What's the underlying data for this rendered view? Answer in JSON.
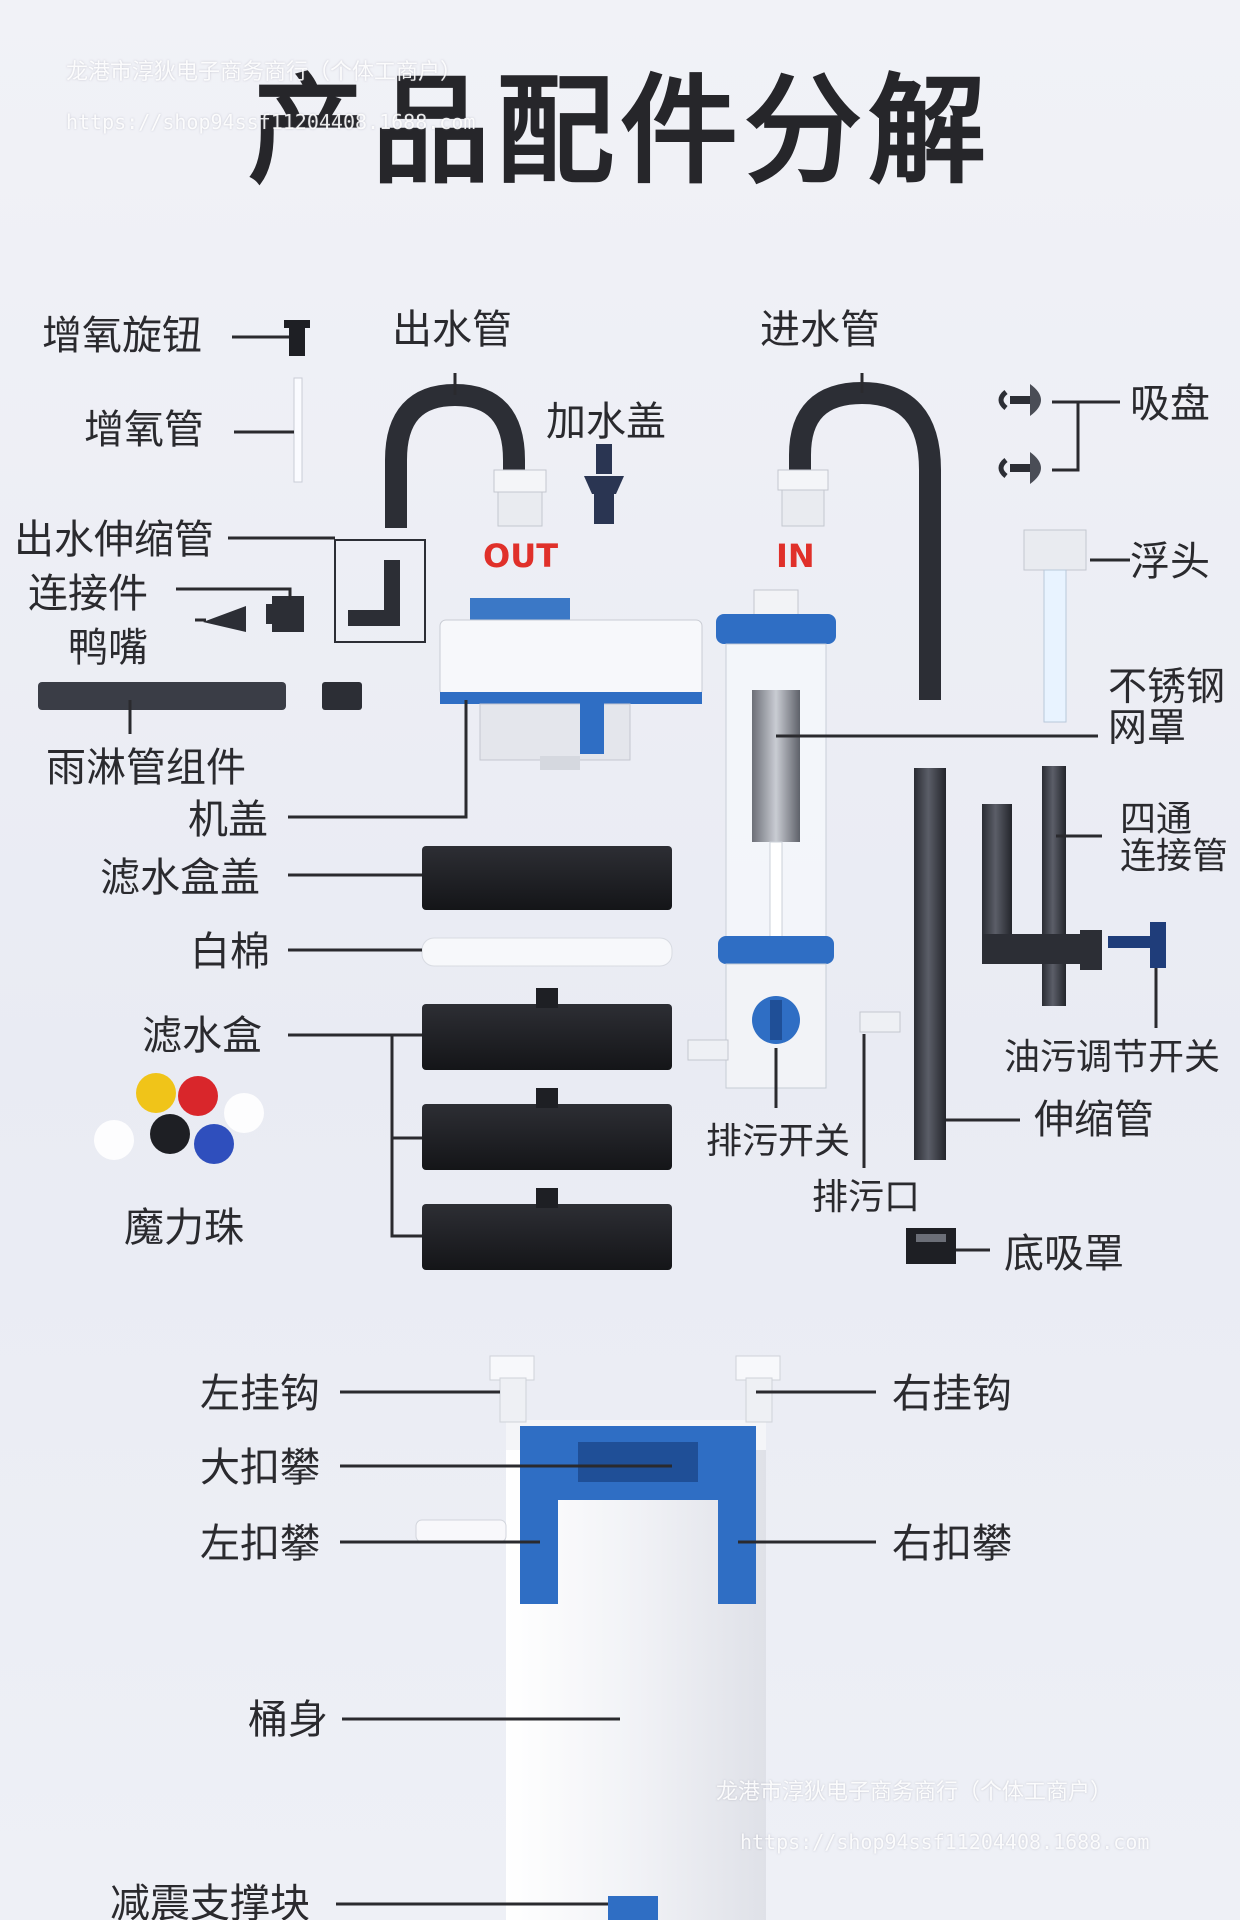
{
  "title": "产品配件分解",
  "watermark": {
    "shop_name": "龙港市淳狄电子商务商行（个体工商户）",
    "url": "https://shop94ssf11204408.1688.com"
  },
  "port_tags": {
    "out": "OUT",
    "in": "IN"
  },
  "labels": {
    "aeration_knob": "增氧旋钮",
    "aeration_tube": "增氧管",
    "outlet_pipe": "出水管",
    "inlet_pipe": "进水管",
    "water_cap": "加水盖",
    "suction_cup": "吸盘",
    "outlet_telescopic": "出水伸缩管",
    "connector": "连接件",
    "duckbill": "鸭嘴",
    "float_head": "浮头",
    "stainless_mesh": "不锈钢\n网罩",
    "spray_bar": "雨淋管组件",
    "machine_cover": "机盖",
    "four_way_pipe": "四通\n连接管",
    "filter_box_cover": "滤水盒盖",
    "white_cotton": "白棉",
    "filter_box": "滤水盒",
    "oil_switch": "油污调节开关",
    "magic_beads": "魔力珠",
    "drain_switch": "排污开关",
    "telescopic_pipe": "伸缩管",
    "drain_port": "排污口",
    "bottom_cover": "底吸罩",
    "left_hook": "左挂钩",
    "right_hook": "右挂钩",
    "big_clip": "大扣攀",
    "left_clip": "左扣攀",
    "right_clip": "右扣攀",
    "bucket_body": "桶身",
    "shock_block": "减震支撑块"
  },
  "colors": {
    "accent_blue": "#2f6ec4",
    "tag_red": "#e0302a",
    "dark_part": "#1e1f24",
    "text": "#2a2a2e"
  }
}
